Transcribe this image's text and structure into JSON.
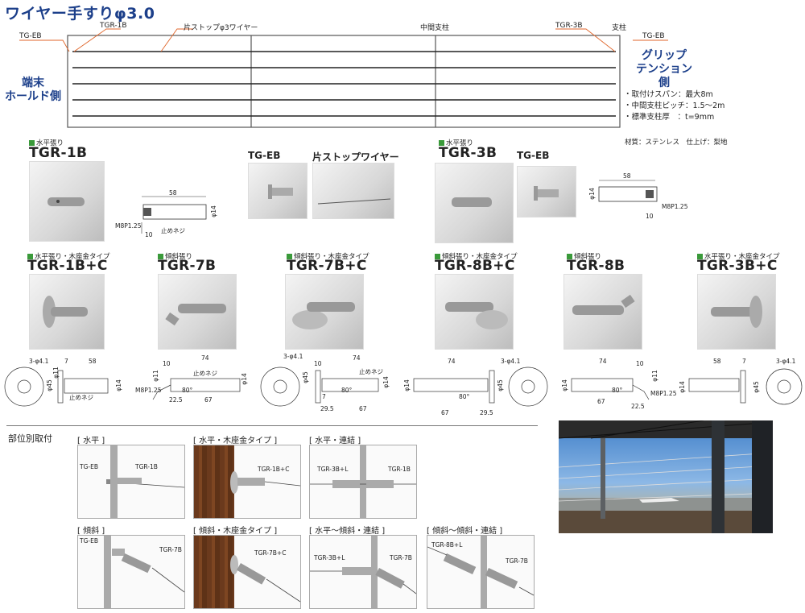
{
  "title": "ワイヤー手すりφ3.0",
  "diagram": {
    "tg_eb_left": "TG-EB",
    "tgr_1b": "TGR-1B",
    "kata_stop": "片ストップφ3ワイヤー",
    "middle_post": "中間支柱",
    "tgr_3b": "TGR-3B",
    "post": "支柱",
    "tg_eb_right": "TG-EB",
    "grip_1": "グリップ",
    "grip_2": "テンション側",
    "hold_1": "端末",
    "hold_2": "ホールド側",
    "specs": [
      "・取付けスパン：最大8m",
      "・中間支柱ピッチ：1.5～2m",
      "・標準支柱厚　：t=9mm"
    ],
    "material": "材質：ステンレス　仕上げ：梨地"
  },
  "row1": {
    "tgr1b": {
      "tag": "水平張り",
      "code": "TGR-1B",
      "dim_len": "58",
      "dim_thread": "M8P1.25",
      "dim_10": "10",
      "dim_14": "φ14",
      "note": "止めネジ"
    },
    "tgeb": {
      "code": "TG-EB"
    },
    "wire": {
      "code": "片ストップワイヤー"
    },
    "tgr3b": {
      "tag": "水平張り",
      "code": "TGR-3B",
      "dim_len": "58",
      "dim_thread": "M8P1.25",
      "dim_10": "10",
      "dim_14": "φ14"
    },
    "tgeb2": {
      "code": "TG-EB"
    }
  },
  "row2": [
    {
      "tag": "水平張り・木座金タイプ",
      "code": "TGR-1B+C"
    },
    {
      "tag": "傾斜張り",
      "code": "TGR-7B"
    },
    {
      "tag": "傾斜張り・木座金タイプ",
      "code": "TGR-7B+C"
    },
    {
      "tag": "傾斜張り・木座金タイプ",
      "code": "TGR-8B+C"
    },
    {
      "tag": "傾斜張り",
      "code": "TGR-8B"
    },
    {
      "tag": "水平張り・木座金タイプ",
      "code": "TGR-3B+C"
    }
  ],
  "dims": {
    "d1": {
      "a": "3-φ4.1",
      "b": "7",
      "c": "58",
      "d": "φ45",
      "e": "φ14",
      "f": "φ11",
      "note": "止めネジ"
    },
    "d2": {
      "a": "10",
      "b": "74",
      "c": "φ11",
      "d": "M8P1.25",
      "e": "22.5",
      "f": "67",
      "g": "φ14",
      "h": "80°",
      "note": "止めネジ"
    },
    "d3": {
      "a": "3-φ4.1",
      "b": "10",
      "c": "74",
      "d": "φ45",
      "e": "29.5",
      "f": "67",
      "g": "7",
      "h": "φ14",
      "i": "80°",
      "note": "止めネジ"
    },
    "d4": {
      "a": "74",
      "b": "3-φ4.1",
      "c": "φ14",
      "d": "67",
      "e": "29.5",
      "f": "φ45",
      "g": "80°"
    },
    "d5": {
      "a": "74",
      "b": "10",
      "c": "φ11",
      "d": "φ14",
      "e": "67",
      "f": "22.5",
      "g": "M8P1.25",
      "h": "80°"
    },
    "d6": {
      "a": "58",
      "b": "7",
      "c": "3-φ4.1",
      "d": "φ14",
      "e": "φ45"
    }
  },
  "section": {
    "title": "部位別取付"
  },
  "install": [
    {
      "label": "[ 水平 ]",
      "c1": "TG-EB",
      "c2": "TGR-1B"
    },
    {
      "label": "[ 水平・木座金タイプ ]",
      "c1": "TGR-1B+C"
    },
    {
      "label": "[ 水平・連結 ]",
      "c1": "TGR-3B+L",
      "c2": "TGR-1B"
    },
    {
      "label": "[ 傾斜 ]",
      "c1": "TG-EB",
      "c2": "TGR-7B"
    },
    {
      "label": "[ 傾斜・木座金タイプ ]",
      "c1": "TGR-7B+C"
    },
    {
      "label": "[ 水平～傾斜・連結 ]",
      "c1": "TGR-3B+L",
      "c2": "TGR-7B"
    },
    {
      "label": "[ 傾斜～傾斜・連結 ]",
      "c1": "TGR-8B+L",
      "c2": "TGR-7B"
    }
  ],
  "colors": {
    "title": "#1c3f8a",
    "tag_square": "#3a9a3a",
    "wood": "#6b3a1d",
    "accent_line": "#e0662b"
  }
}
